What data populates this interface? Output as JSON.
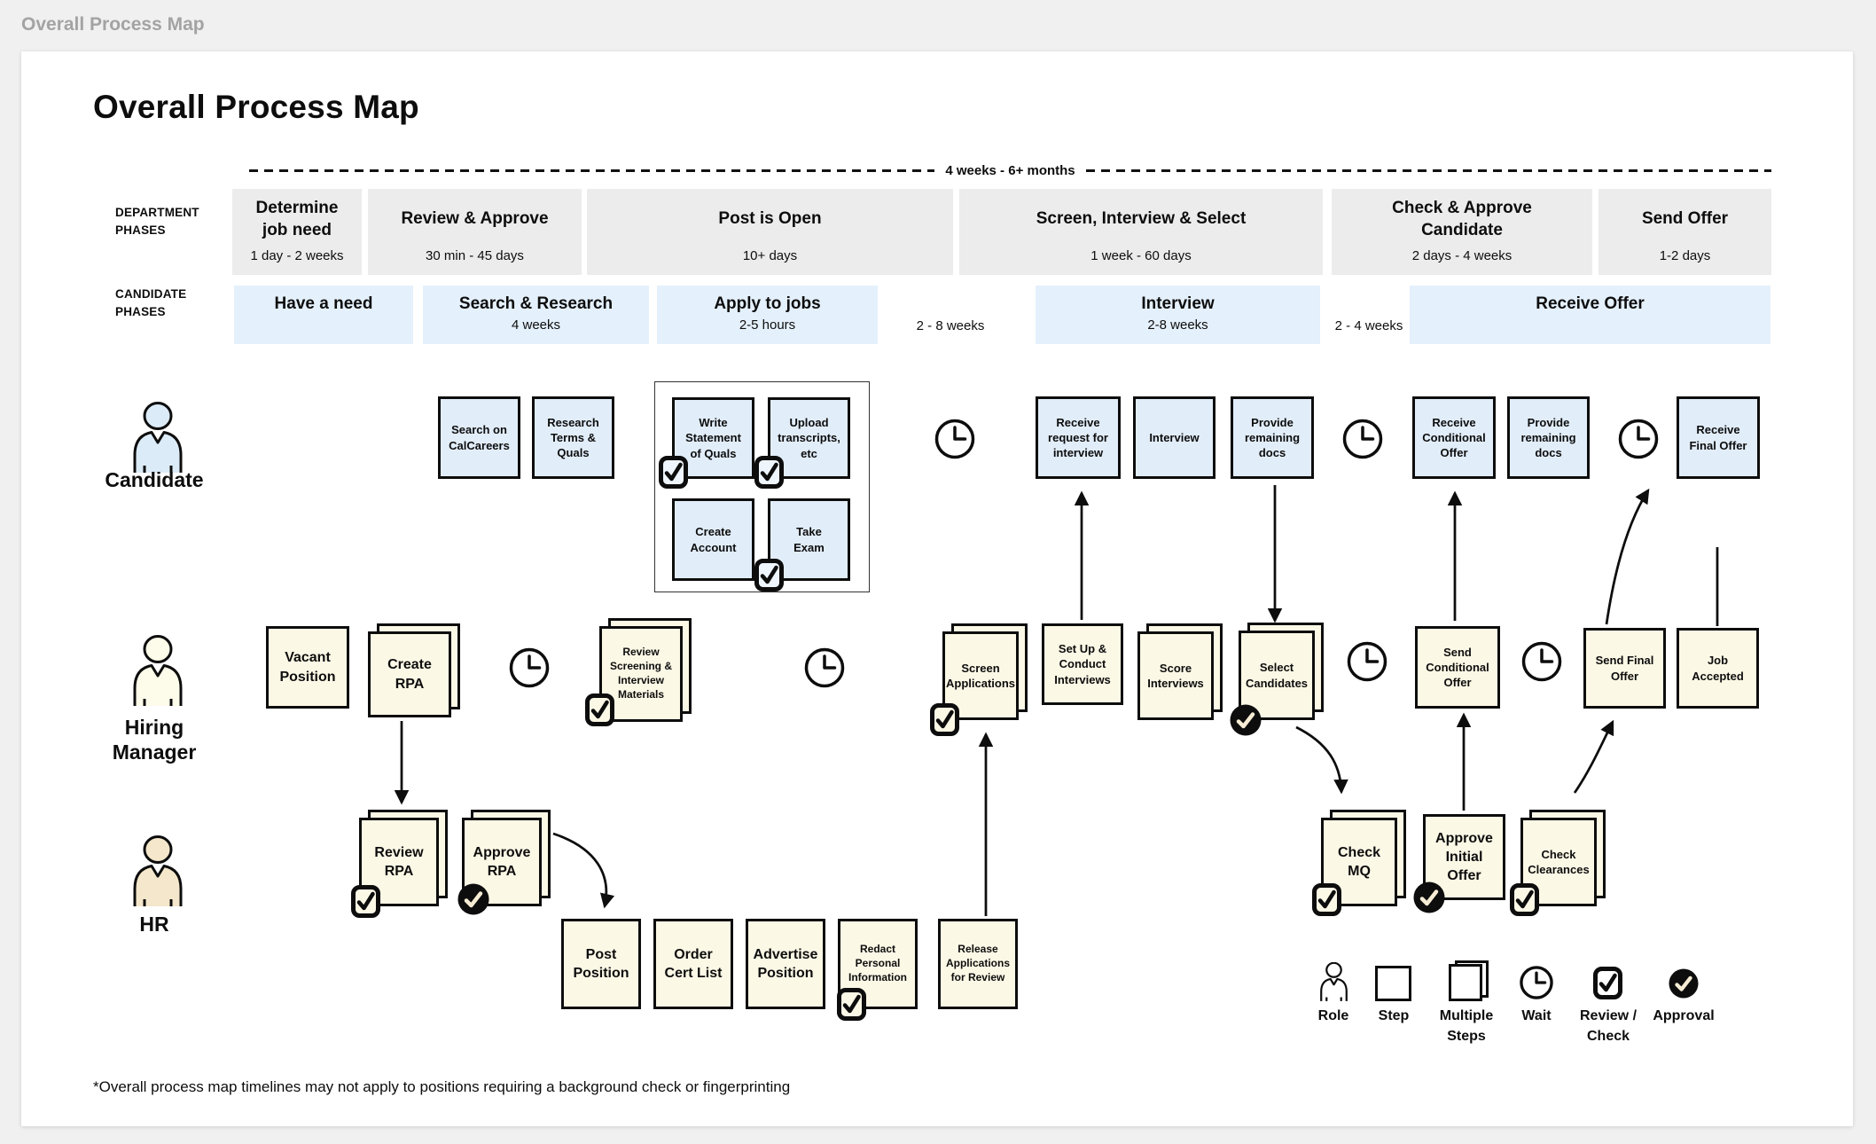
{
  "window": {
    "title": "Overall Process Map"
  },
  "page": {
    "title": "Overall Process Map",
    "footnote": "*Overall process map timelines may not apply to positions requiring a background check or fingerprinting"
  },
  "timeline": {
    "label": "4 weeks - 6+ months"
  },
  "department_phases": {
    "label": "DEPARTMENT\nPHASES",
    "items": [
      {
        "title": "Determine\njob need",
        "duration": "1 day - 2 weeks"
      },
      {
        "title": "Review & Approve",
        "duration": "30 min - 45 days"
      },
      {
        "title": "Post is Open",
        "duration": "10+ days"
      },
      {
        "title": "Screen, Interview & Select",
        "duration": "1 week - 60 days"
      },
      {
        "title": "Check & Approve\nCandidate",
        "duration": "2 days - 4 weeks"
      },
      {
        "title": "Send Offer",
        "duration": "1-2 days"
      }
    ]
  },
  "candidate_phases": {
    "label": "CANDIDATE\nPHASES",
    "items": [
      {
        "title": "Have a need",
        "duration": ""
      },
      {
        "title": "Search & Research",
        "duration": "4 weeks"
      },
      {
        "title": "Apply to jobs",
        "duration": "2-5 hours"
      },
      {
        "title": "Interview",
        "duration": "2-8 weeks"
      },
      {
        "title": "Receive Offer",
        "duration": ""
      }
    ],
    "gap_label_1": "2 - 8 weeks",
    "gap_label_2": "2 - 4 weeks"
  },
  "lanes": {
    "candidate": {
      "label": "Candidate"
    },
    "hiring_manager": {
      "label": "Hiring\nManager"
    },
    "hr": {
      "label": "HR"
    }
  },
  "steps": {
    "candidate": {
      "search_calcareers": "Search on\nCalCareers",
      "research_terms": "Research\nTerms &\nQuals",
      "write_soq": "Write\nStatement\nof Quals",
      "upload_transcripts": "Upload\ntranscripts,\netc",
      "create_account": "Create\nAccount",
      "take_exam": "Take\nExam",
      "receive_request": "Receive\nrequest for\ninterview",
      "interview": "Interview",
      "provide_docs_1": "Provide\nremaining\ndocs",
      "receive_conditional": "Receive\nConditional\nOffer",
      "provide_docs_2": "Provide\nremaining\ndocs",
      "receive_final": "Receive\nFinal Offer"
    },
    "hiring_manager": {
      "vacant_position": "Vacant\nPosition",
      "create_rpa": "Create\nRPA",
      "review_screening": "Review\nScreening &\nInterview\nMaterials",
      "screen_applications": "Screen\nApplications",
      "setup_interviews": "Set Up &\nConduct\nInterviews",
      "score_interviews": "Score\nInterviews",
      "select_candidates": "Select\nCandidates",
      "send_conditional": "Send\nConditional\nOffer",
      "send_final": "Send Final\nOffer",
      "job_accepted": "Job\nAccepted"
    },
    "hr": {
      "review_rpa": "Review\nRPA",
      "approve_rpa": "Approve\nRPA",
      "post_position": "Post\nPosition",
      "order_cert": "Order\nCert List",
      "advertise_position": "Advertise\nPosition",
      "redact_info": "Redact\nPersonal\nInformation",
      "release_apps": "Release\nApplications\nfor Review",
      "check_mq": "Check\nMQ",
      "approve_initial": "Approve\nInitial\nOffer",
      "check_clearances": "Check\nClearances"
    }
  },
  "legend": {
    "role": "Role",
    "step": "Step",
    "multiple_steps": "Multiple\nSteps",
    "wait": "Wait",
    "review_check": "Review /\nCheck",
    "approval": "Approval"
  },
  "colors": {
    "ink": "#0d0d0d",
    "step_blue": "#e1edf9",
    "step_cream": "#fcf8e6",
    "phase_gray": "#ececec",
    "phase_blue": "#e4f0fb",
    "candidate_icon_fill": "#dcebf8",
    "hiring_manager_icon_fill": "#fdfbe9",
    "hr_icon_fill": "#f5e7cb"
  }
}
